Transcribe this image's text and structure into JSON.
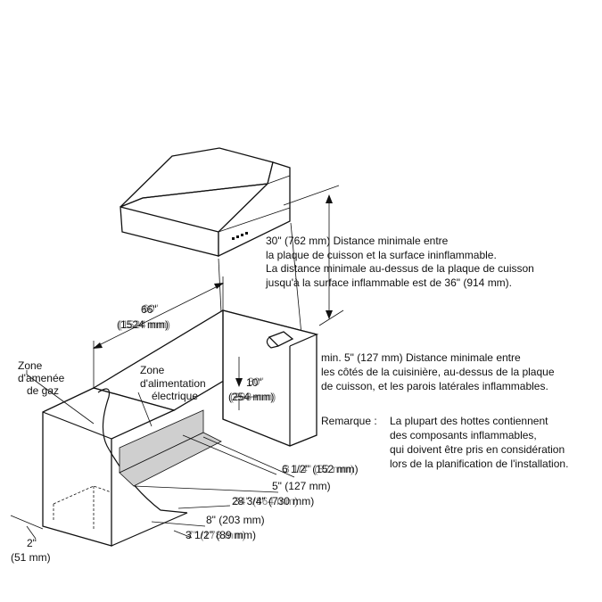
{
  "notes": {
    "hood_clearance": [
      "30\" (762 mm) Distance minimale entre",
      "la plaque de cuisson et la surface ininflammable.",
      "La distance minimale au-dessus de la plaque de cuisson",
      "jusqu'à la surface inflammable est de 36\" (914 mm)."
    ],
    "side_clearance": [
      "min. 5\" (127 mm) Distance minimale entre",
      "les côtés de la cuisinière, au-dessus de la plaque",
      "de cuisson, et les parois latérales inflammables."
    ],
    "remark_label": "Remarque :",
    "remark_lines": [
      "La plupart des hottes contiennent",
      "des composants inflammables,",
      "qui doivent être pris en considération",
      "lors de la planification de l'installation."
    ]
  },
  "zones": {
    "gas": [
      "Zone",
      "d'amenée",
      "de gaz"
    ],
    "electric": [
      "Zone",
      "d'alimentation",
      "électrique"
    ]
  },
  "dimensions": {
    "width_in": "66\"",
    "width_mm": "(1524 mm)",
    "width_in_ghost": "60\"",
    "width_mm_ghost": "(1524 mm)",
    "elec_height_in": "10\"",
    "elec_height_in_ghost": "30\"",
    "elec_height_mm": "(254 mm)",
    "elec_height_mm_ghost": "(203 mm)",
    "depth_a": "6 1/2\" (152 mm)",
    "depth_a_ghost": "3 1/4\" (82 mm)",
    "five_in": "5\" (127 mm)",
    "depth_b": "28 3/4\" (730 mm)",
    "depth_b_ghost": "34\" (864 mm)",
    "eight_in": "8\" (203 mm)",
    "depth_c": "3 1/2\" (89 mm)",
    "depth_c_ghost": "7\" (178 mm)",
    "two_in": "2\"",
    "two_mm": "(51 mm)"
  }
}
